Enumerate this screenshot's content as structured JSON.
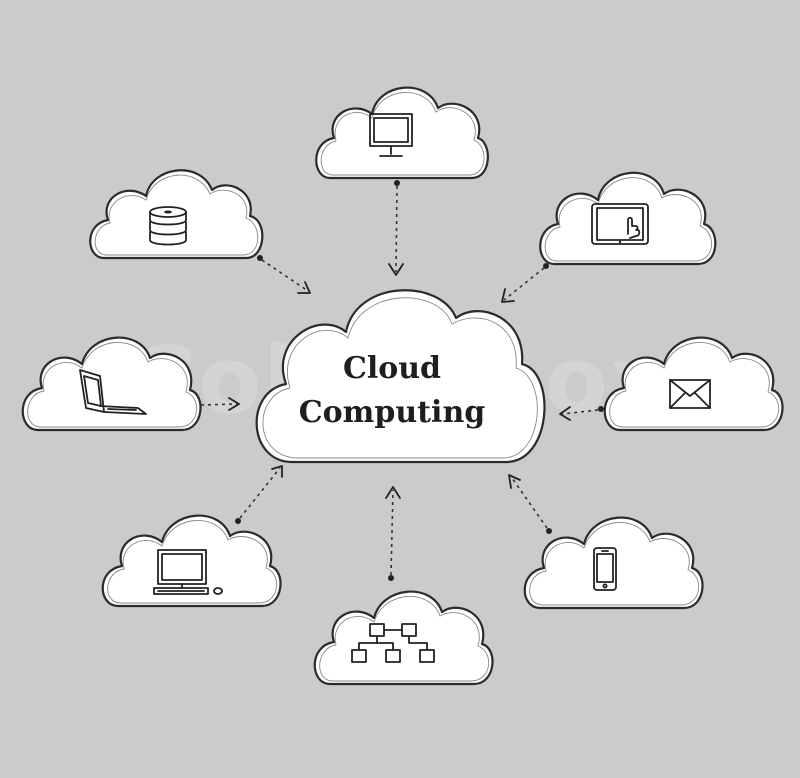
{
  "diagram": {
    "title_line1": "Cloud",
    "title_line2": "Computing",
    "watermark": "Colourbox",
    "colors": {
      "background": "#c9cbcd",
      "cloud": "#ffffff",
      "ink": "#222222"
    },
    "nodes": [
      {
        "id": "monitor",
        "icon": "monitor-icon"
      },
      {
        "id": "tablet",
        "icon": "tablet-touch-icon"
      },
      {
        "id": "email",
        "icon": "envelope-icon"
      },
      {
        "id": "phone",
        "icon": "smartphone-icon"
      },
      {
        "id": "network",
        "icon": "network-nodes-icon"
      },
      {
        "id": "desktop",
        "icon": "desktop-computer-icon"
      },
      {
        "id": "laptop",
        "icon": "laptop-icon"
      },
      {
        "id": "database",
        "icon": "database-icon"
      }
    ]
  }
}
